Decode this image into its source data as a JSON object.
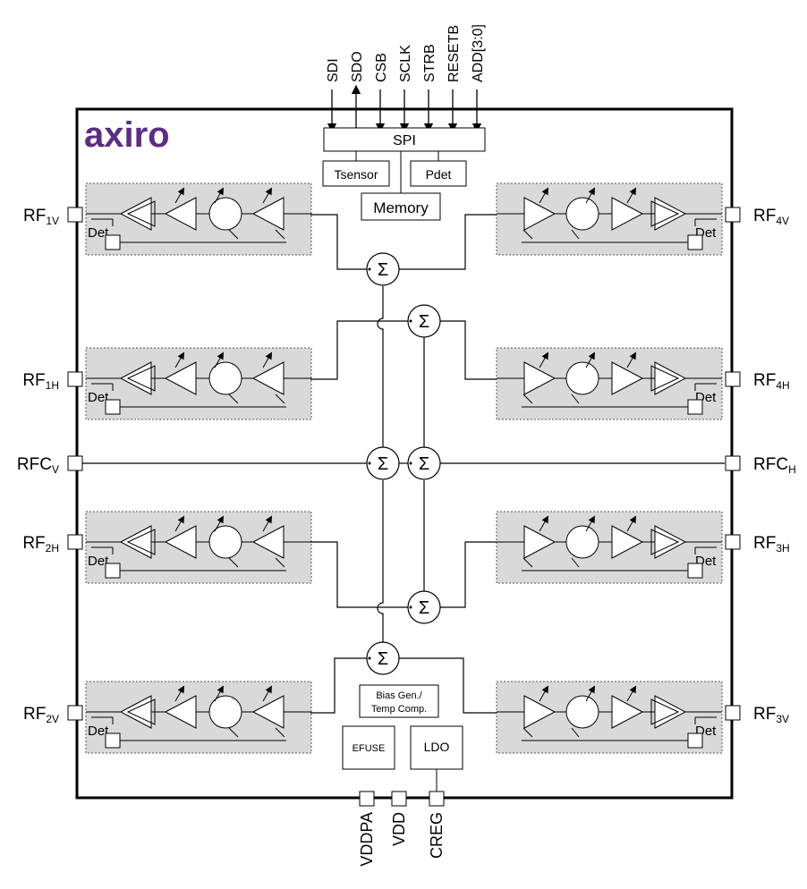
{
  "brand": {
    "logo": "axiro",
    "logo_color": "#5b2d86"
  },
  "spi": {
    "label": "SPI",
    "pins": [
      "SDI",
      "SDO",
      "CSB",
      "SCLK",
      "STRB",
      "RESETB",
      "ADD[3:0]"
    ],
    "tsensor": "Tsensor",
    "pdet": "Pdet",
    "memory": "Memory"
  },
  "det_label": "Det",
  "sum_symbol": "Σ",
  "ports": {
    "rf1v": {
      "base": "RF",
      "sub": "1V"
    },
    "rf4v": {
      "base": "RF",
      "sub": "4V"
    },
    "rf1h": {
      "base": "RF",
      "sub": "1H"
    },
    "rf4h": {
      "base": "RF",
      "sub": "4H"
    },
    "rfcv": {
      "base": "RFC",
      "sub": "V"
    },
    "rfch": {
      "base": "RFC",
      "sub": "H"
    },
    "rf2h": {
      "base": "RF",
      "sub": "2H"
    },
    "rf3h": {
      "base": "RF",
      "sub": "3H"
    },
    "rf2v": {
      "base": "RF",
      "sub": "2V"
    },
    "rf3v": {
      "base": "RF",
      "sub": "3V"
    }
  },
  "blocks": {
    "bias_line1": "Bias Gen./",
    "bias_line2": "Temp Comp.",
    "efuse": "EFUSE",
    "ldo": "LDO"
  },
  "power_pins": [
    "VDDPA",
    "VDD",
    "CREG"
  ],
  "colors": {
    "block_fill": "#d9d9d9",
    "line": "#000000"
  }
}
